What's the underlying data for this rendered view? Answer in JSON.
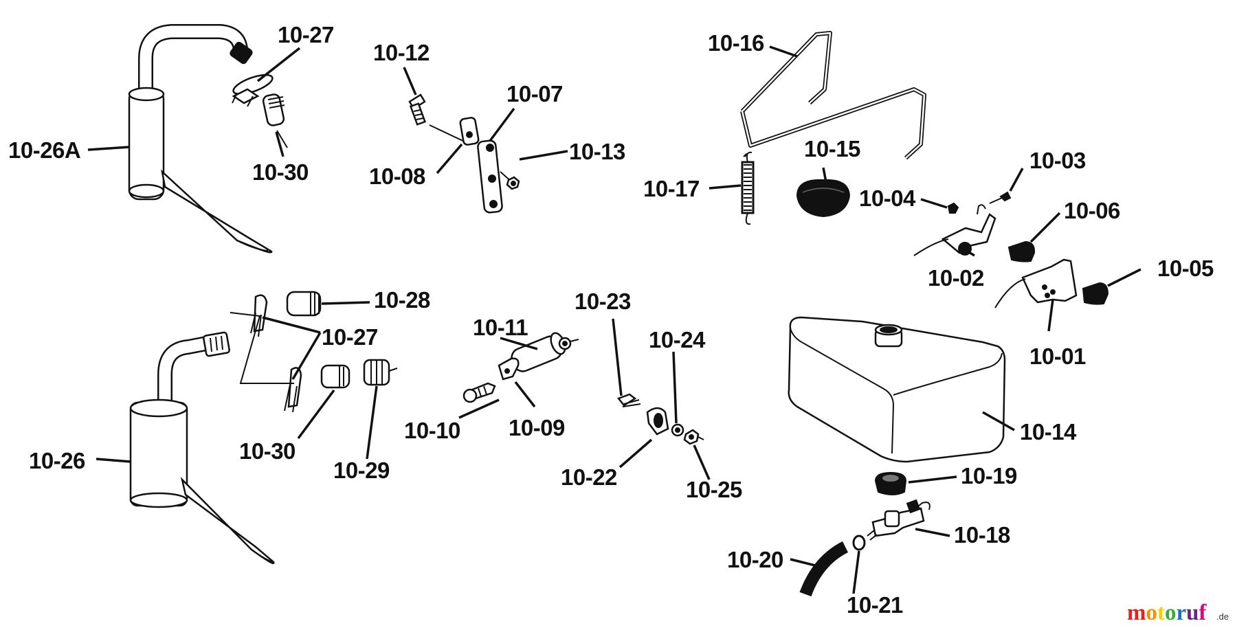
{
  "labels": {
    "p10_26a": "10-26A",
    "p10_27a": "10-27",
    "p10_30a": "10-30",
    "p10_12": "10-12",
    "p10_07": "10-07",
    "p10_08": "10-08",
    "p10_13": "10-13",
    "p10_16": "10-16",
    "p10_15": "10-15",
    "p10_17": "10-17",
    "p10_03": "10-03",
    "p10_04": "10-04",
    "p10_06": "10-06",
    "p10_02": "10-02",
    "p10_05": "10-05",
    "p10_01": "10-01",
    "p10_28": "10-28",
    "p10_27b": "10-27",
    "p10_26": "10-26",
    "p10_30b": "10-30",
    "p10_29": "10-29",
    "p10_11": "10-11",
    "p10_10": "10-10",
    "p10_09": "10-09",
    "p10_23": "10-23",
    "p10_24": "10-24",
    "p10_22": "10-22",
    "p10_25": "10-25",
    "p10_14": "10-14",
    "p10_19": "10-19",
    "p10_18": "10-18",
    "p10_20": "10-20",
    "p10_21": "10-21"
  },
  "watermark": {
    "brand": "motoruf",
    "suffix": ".de",
    "colors": [
      "#e2231a",
      "#f39200",
      "#ffcc00",
      "#3aaa35",
      "#1d71b8",
      "#662483",
      "#e6007e"
    ]
  }
}
